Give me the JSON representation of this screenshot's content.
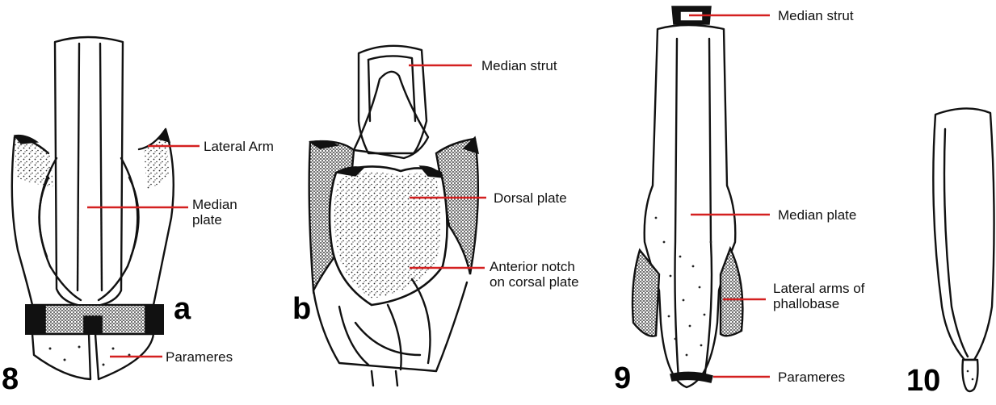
{
  "figure": {
    "numbers": {
      "fig8": "8",
      "fig9": "9",
      "fig10": "10"
    },
    "panels": {
      "a": "a",
      "b": "b"
    },
    "labels": {
      "lateral_arm": "Lateral Arm",
      "median_plate_8": "Median\nplate",
      "parameres_8": "Parameres",
      "median_strut_b": "Median strut",
      "dorsal_plate": "Dorsal plate",
      "anterior_notch": "Anterior notch\non corsal plate",
      "median_strut_9": "Median strut",
      "median_plate_9": "Median plate",
      "lateral_arms_phallobase": "Lateral arms of\nphallobase",
      "parameres_9": "Parameres"
    },
    "leader_color": "#d42020"
  }
}
